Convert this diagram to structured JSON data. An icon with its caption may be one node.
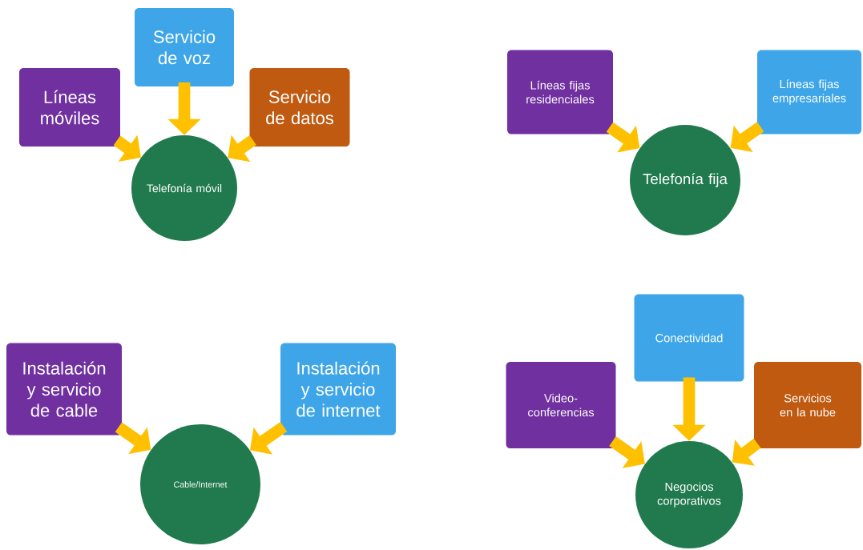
{
  "diagram": {
    "nodes": [
      {
        "text": [
          "Servicio de voz"
        ]
      },
      {
        "text": [
          "Líneas móviles"
        ]
      },
      {
        "text": [
          "Servicio de datos"
        ]
      },
      {
        "text": [
          "Telefonía móvil"
        ]
      },
      {
        "text": [
          "Líneas fijas residenciales"
        ]
      },
      {
        "text": [
          "Líneas fijas empresariales"
        ]
      },
      {
        "text": [
          "Telefonía fija"
        ]
      },
      {
        "text": [
          "Instalación y servicio de cable"
        ]
      },
      {
        "text": [
          "Instalación y servicio de internet"
        ]
      },
      {
        "text": [
          "Cable/Internet"
        ]
      },
      {
        "text": [
          "Conectividad"
        ]
      },
      {
        "text": [
          "Video-conferencias"
        ]
      },
      {
        "text": [
          "Servicios en la nube"
        ]
      },
      {
        "text": [
          "Negocios corporativos"
        ]
      }
    ],
    "edges": [
      {
        "from": 0,
        "to": 3,
        "arrow": "to"
      },
      {
        "from": 1,
        "to": 3,
        "arrow": "to"
      },
      {
        "from": 2,
        "to": 3,
        "arrow": "to"
      },
      {
        "from": 4,
        "to": 6,
        "arrow": "to"
      },
      {
        "from": 5,
        "to": 6,
        "arrow": "to"
      },
      {
        "from": 7,
        "to": 9,
        "arrow": "to"
      },
      {
        "from": 8,
        "to": 9,
        "arrow": "to"
      },
      {
        "from": 10,
        "to": 13,
        "arrow": "to"
      },
      {
        "from": 11,
        "to": 13,
        "arrow": "to"
      },
      {
        "from": 12,
        "to": 13,
        "arrow": "to"
      }
    ]
  }
}
